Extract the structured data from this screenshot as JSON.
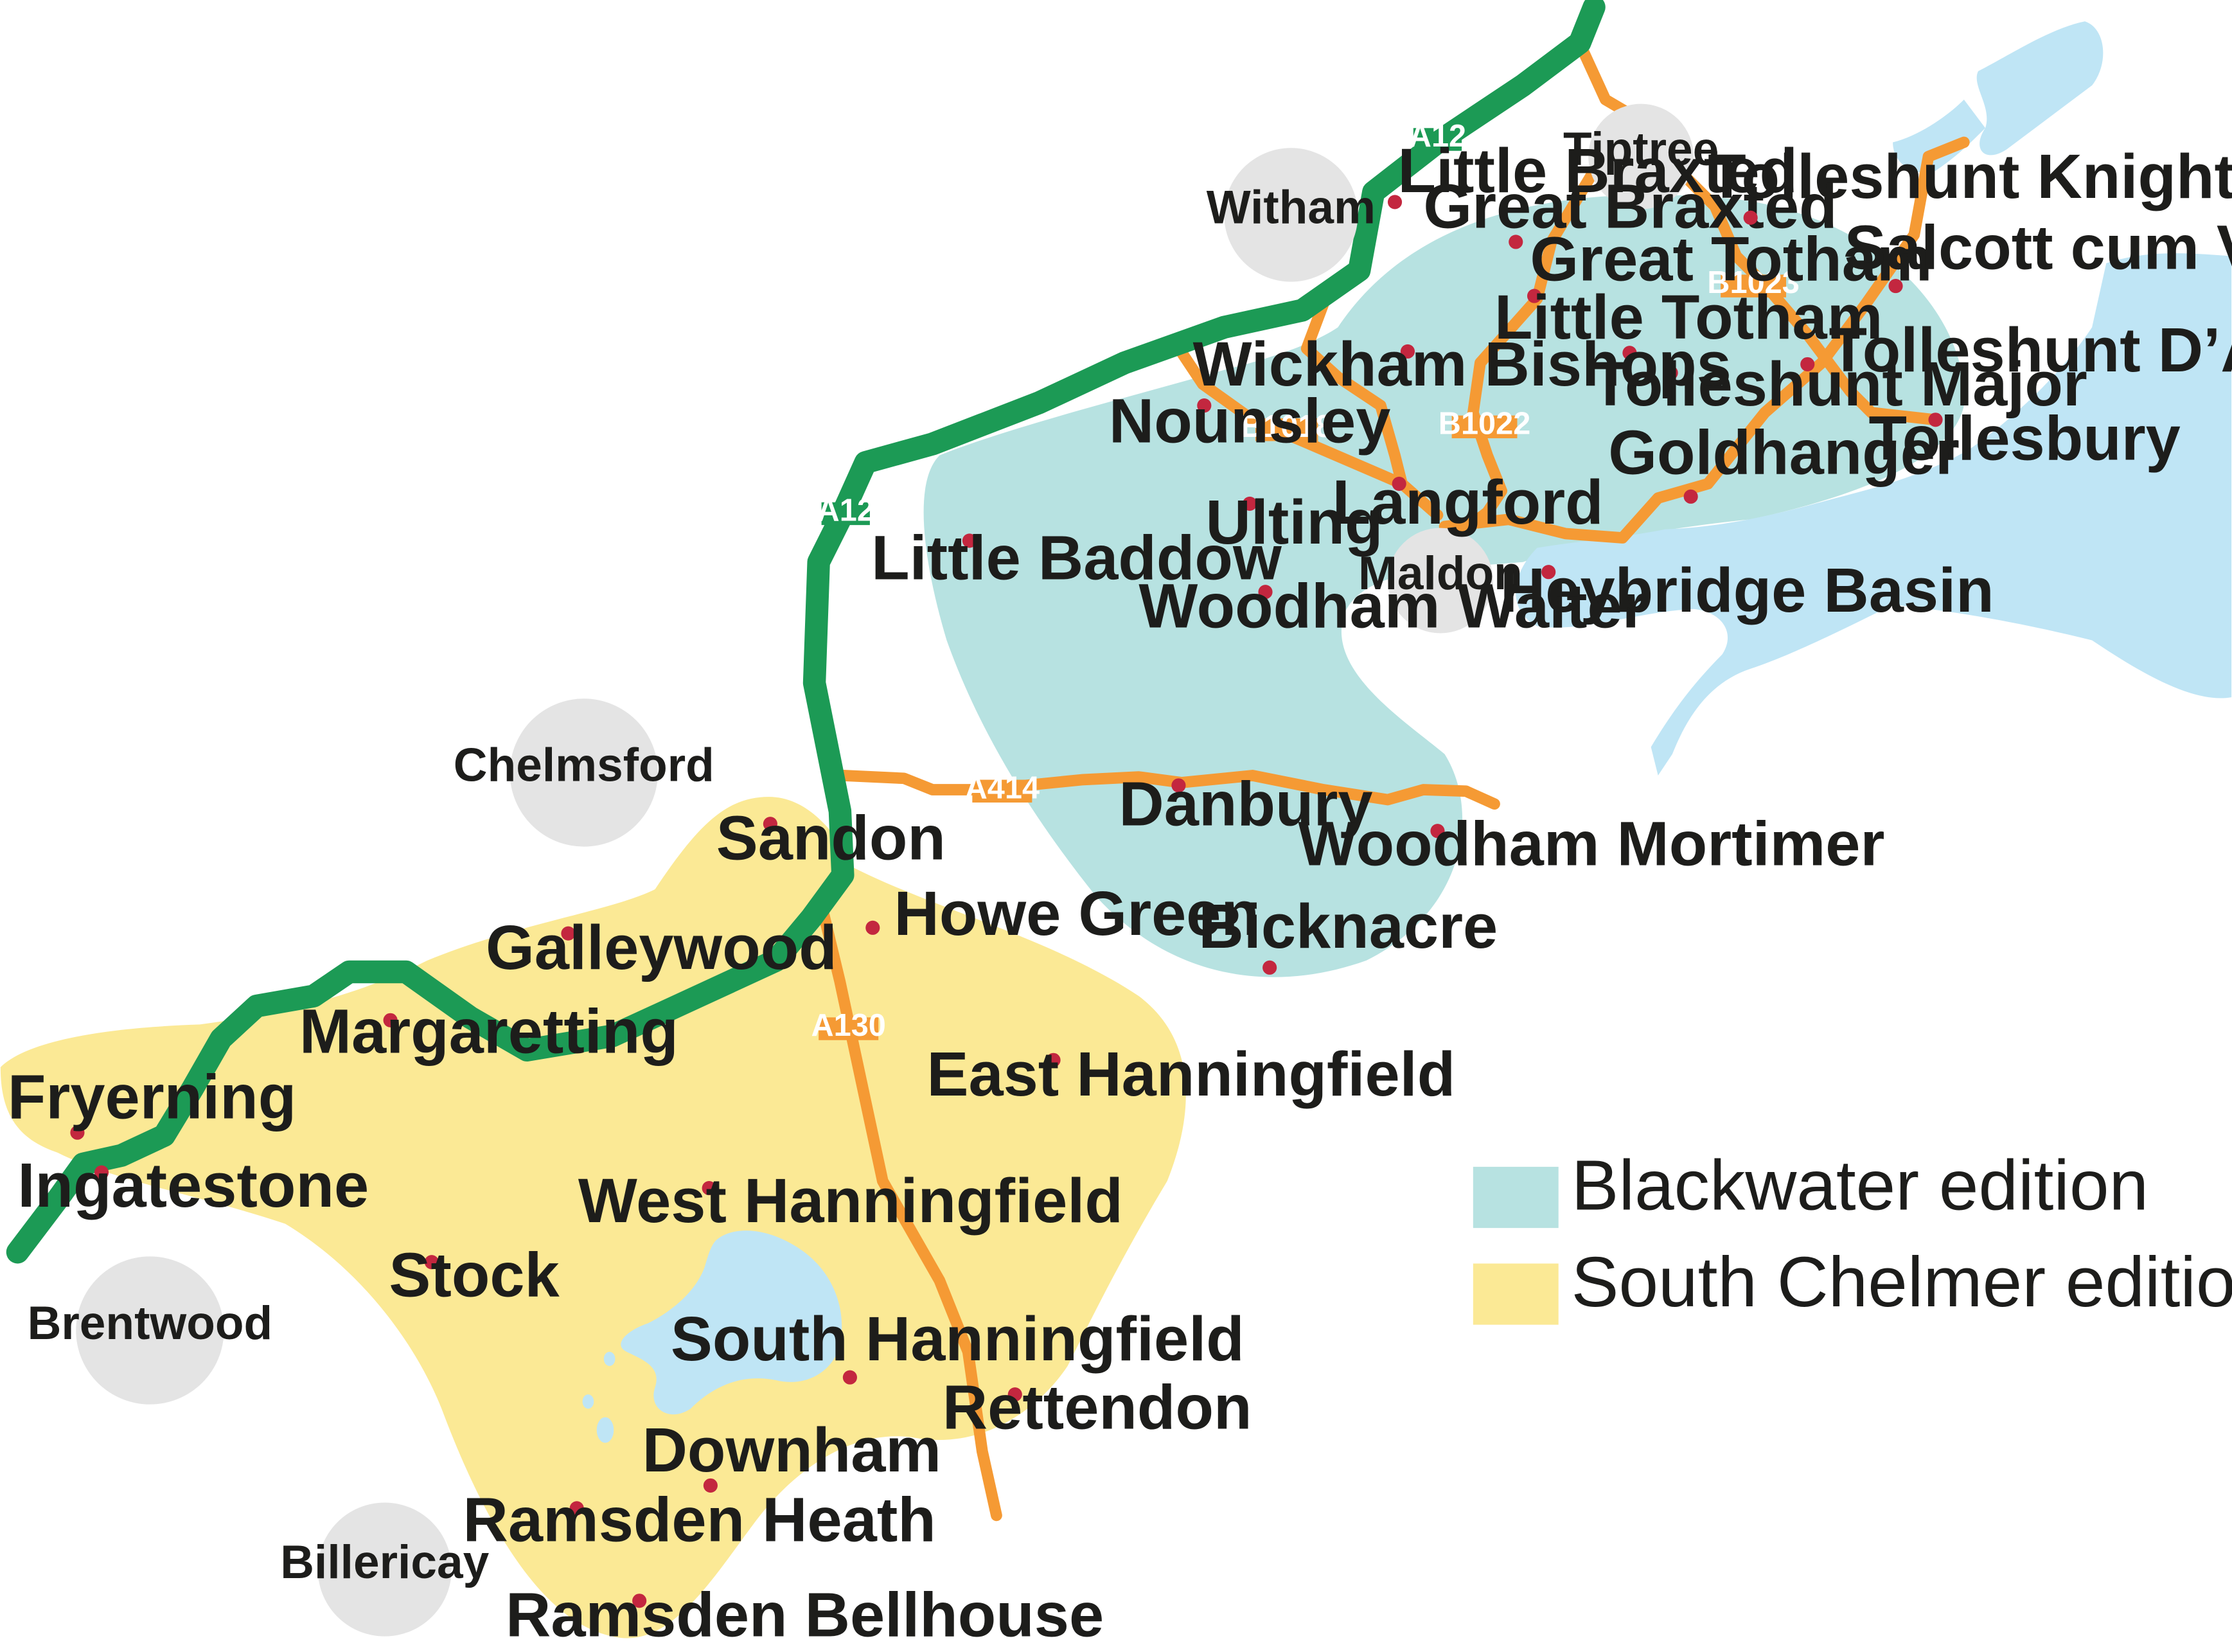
{
  "legend": {
    "blackwater": {
      "label": "Blackwater edition",
      "color": "#b7e2e1"
    },
    "south_chelmer": {
      "label": "South Chelmer edition",
      "color": "#fbe995"
    }
  },
  "colors": {
    "a12_road": "#1c9a55",
    "minor_road": "#f59a34",
    "village_dot": "#c3273f",
    "water": "#bfe5f5",
    "town_circle": "#e4e4e4"
  },
  "towns": [
    "Witham",
    "Tiptree",
    "Maldon",
    "Chelmsford",
    "Brentwood",
    "Billericay"
  ],
  "roads": {
    "a12_upper": "A12",
    "a12_lower": "A12",
    "a414": "A414",
    "a130": "A130",
    "b1018": "B1018",
    "b1022": "B1022",
    "b1023": "B1023"
  },
  "villages": {
    "blackwater": [
      "Little Braxted",
      "Great Braxted",
      "Great Totham",
      "Little Totham",
      "Tolleshunt Knights",
      "Salcott cum Virley",
      "Tolleshunt D’Arcy",
      "Tolleshunt Major",
      "Tollesbury",
      "Goldhanger",
      "Wickham Bishops",
      "Nounsley",
      "Langford",
      "Ulting",
      "Little Baddow",
      "Woodham Walter",
      "Heybridge Basin",
      "Danbury",
      "Woodham Mortimer",
      "Bicknacre"
    ],
    "south_chelmer": [
      "Sandon",
      "Howe Green",
      "Galleywood",
      "Margaretting",
      "East Hanningfield",
      "Fryerning",
      "Ingatestone",
      "West Hanningfield",
      "Stock",
      "South Hanningfield",
      "Rettendon",
      "Downham",
      "Ramsden Heath",
      "Ramsden Bellhouse"
    ]
  }
}
